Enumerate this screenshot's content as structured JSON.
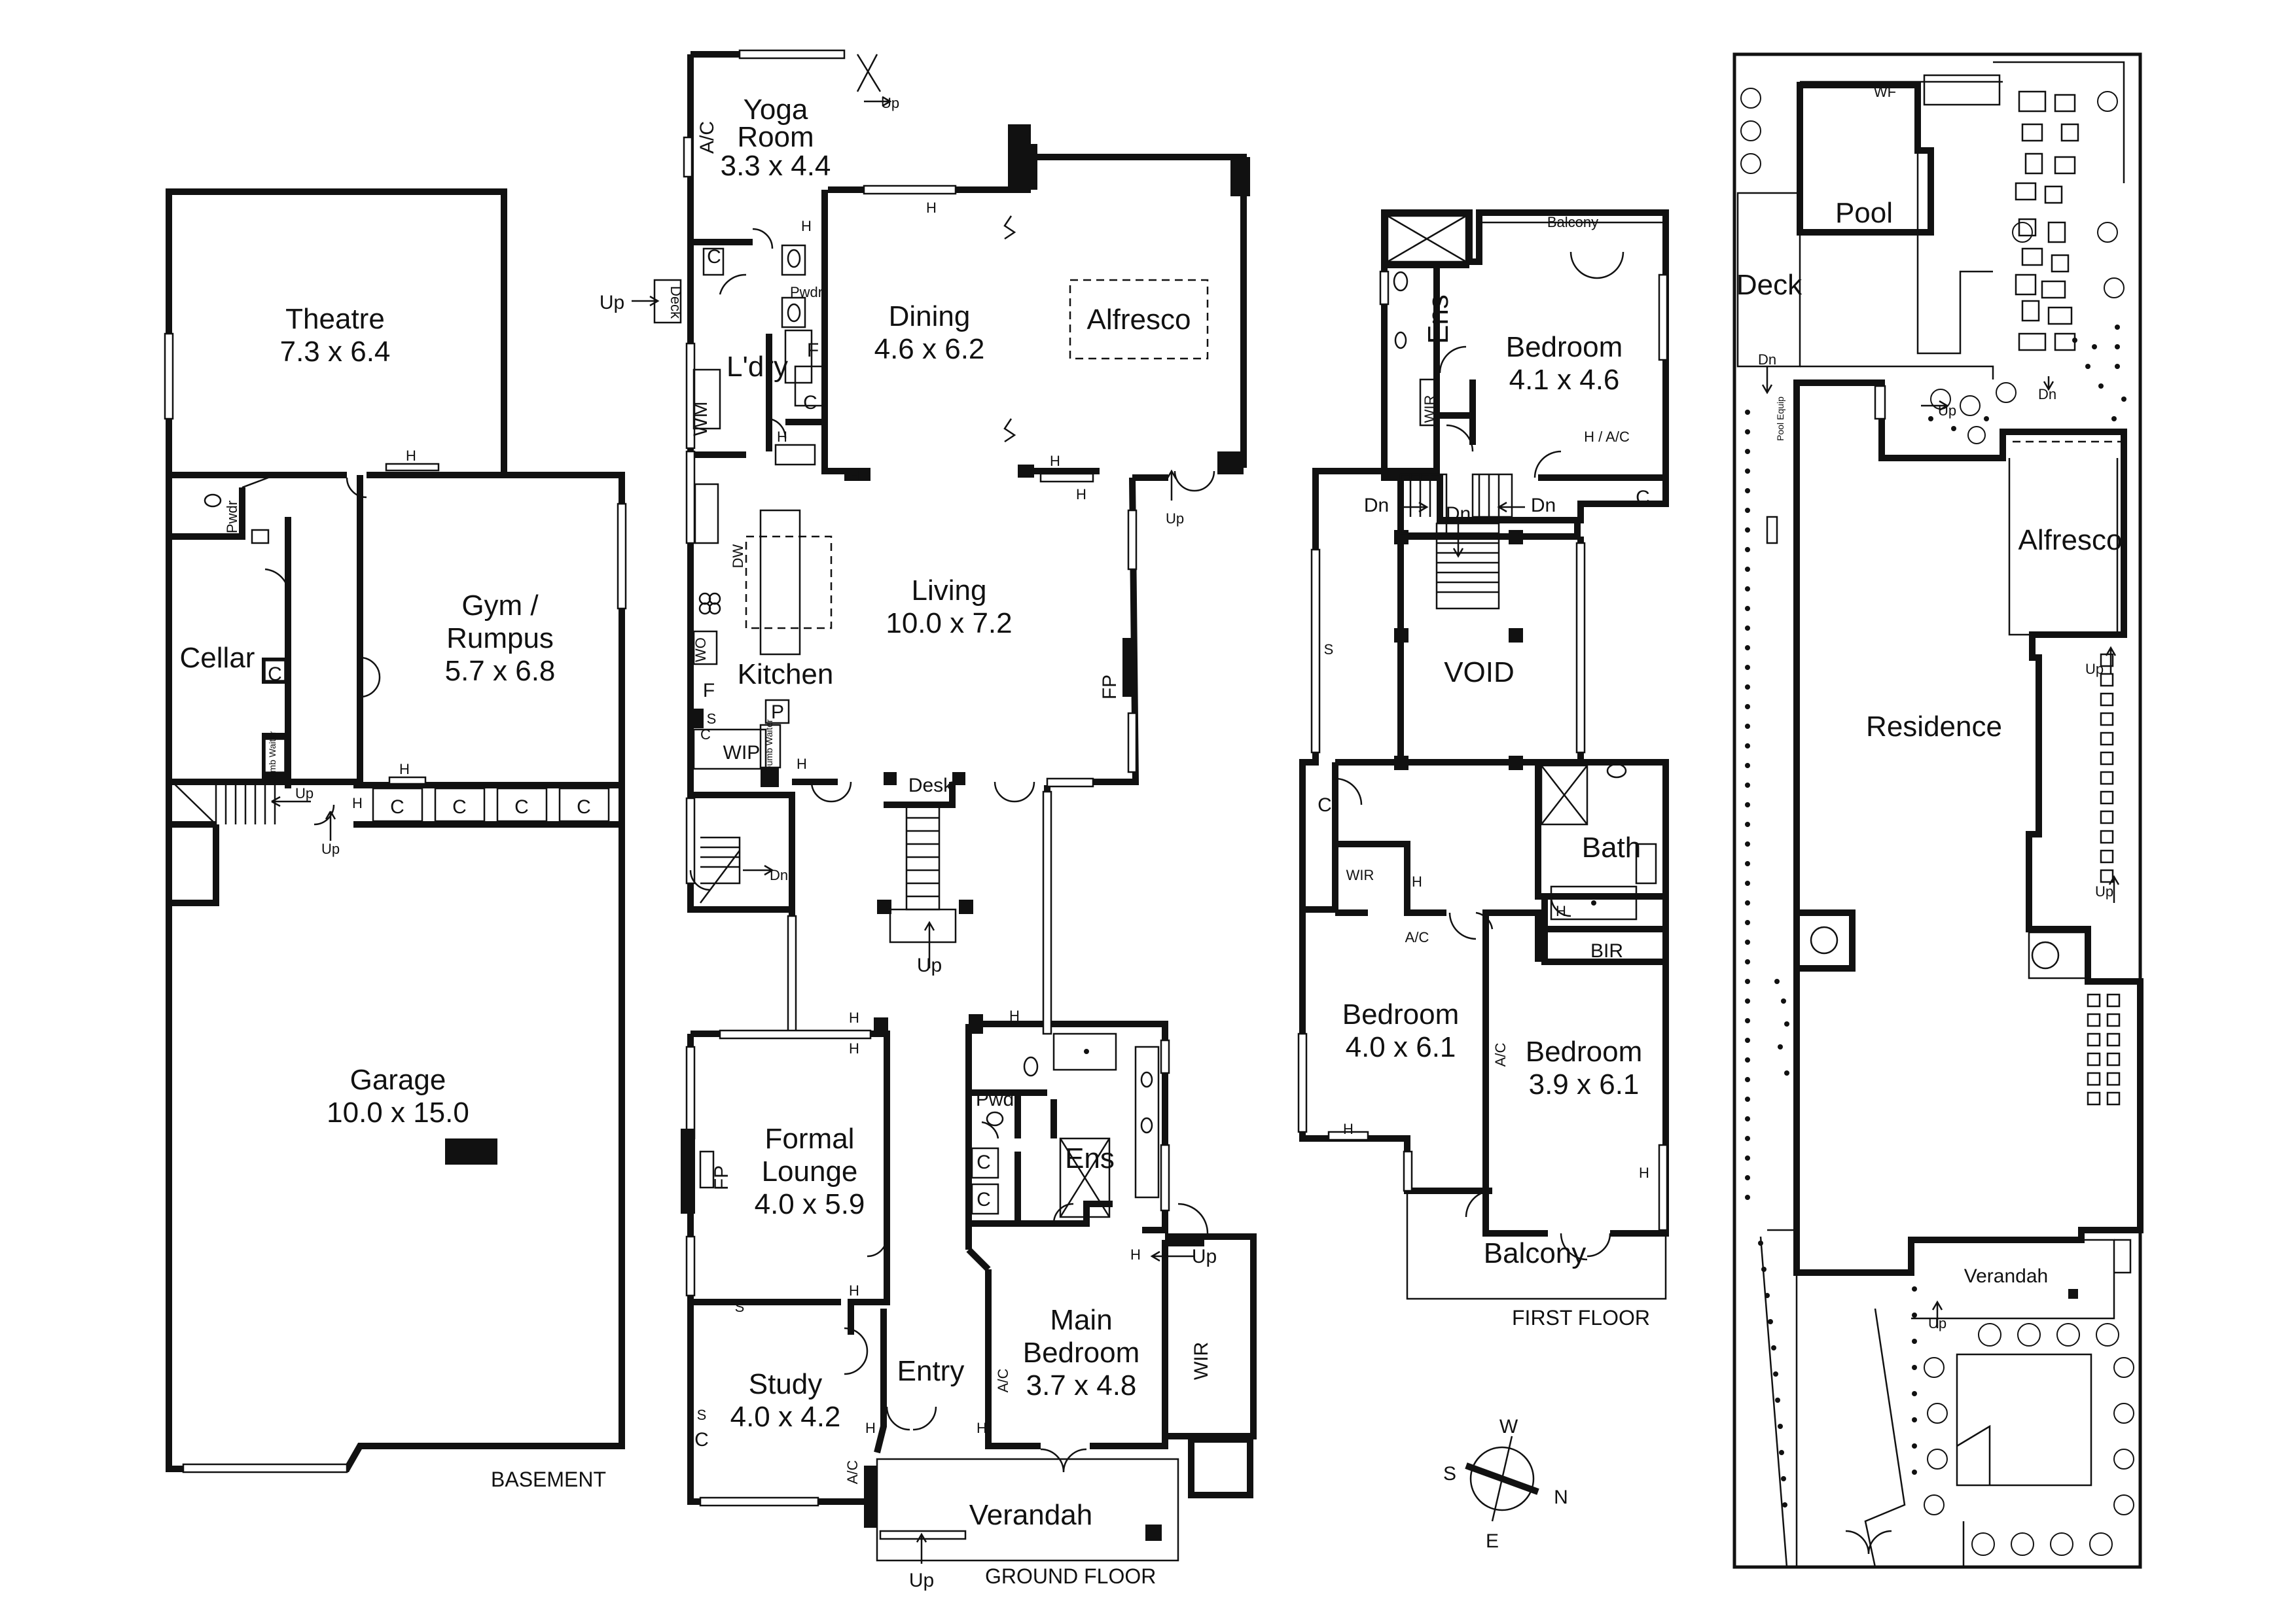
{
  "captions": {
    "basement": "BASEMENT",
    "ground_floor": "GROUND FLOOR",
    "first_floor": "FIRST FLOOR"
  },
  "compass": {
    "w": "W",
    "s": "S",
    "n": "N",
    "e": "E"
  },
  "basement": {
    "theatre": {
      "name": "Theatre",
      "dims": "7.3 x 6.4"
    },
    "gym": {
      "name1": "Gym /",
      "name2": "Rumpus",
      "dims": "5.7 x 6.8"
    },
    "cellar": "Cellar",
    "garage": {
      "name": "Garage",
      "dims": "10.0 x 15.0"
    },
    "pwdr": "Pwdr",
    "up": "Up",
    "h": "H",
    "c": "C",
    "dumb_waiter": "Dumb Waiter"
  },
  "ground": {
    "yoga": {
      "name1": "Yoga",
      "name2": "Room",
      "dims": "3.3 x 4.4"
    },
    "dining": {
      "name": "Dining",
      "dims": "4.6 x 6.2"
    },
    "alfresco": "Alfresco",
    "laundry": "L'dry",
    "living": {
      "name": "Living",
      "dims": "10.0 x 7.2"
    },
    "kitchen": "Kitchen",
    "wip": "WIP",
    "desk": "Desk",
    "formal": {
      "name1": "Formal",
      "name2": "Lounge",
      "dims": "4.0 x 5.9"
    },
    "study": {
      "name": "Study",
      "dims": "4.0 x 4.2"
    },
    "entry": "Entry",
    "main_bedroom": {
      "name1": "Main",
      "name2": "Bedroom",
      "dims": "3.7 x 4.8"
    },
    "ens": "Ens",
    "pwdr": "Pwdr",
    "wir": "WIR",
    "verandah": "Verandah",
    "deck": "Deck",
    "up": "Up",
    "dn": "Dn",
    "h": "H",
    "c": "C",
    "f": "F",
    "p": "P",
    "s": "S",
    "wm": "WM",
    "dw": "DW",
    "wo": "WO",
    "fp": "FP",
    "ac": "A/C",
    "dumb_waiter": "Dumb Waiter"
  },
  "first": {
    "bedroom1": {
      "name": "Bedroom",
      "dims": "4.1 x 4.6"
    },
    "bedroom2": {
      "name": "Bedroom",
      "dims": "4.0 x 6.1"
    },
    "bedroom3": {
      "name": "Bedroom",
      "dims": "3.9 x 6.1"
    },
    "balcony_top": "Balcony",
    "balcony": "Balcony",
    "ens": "Ens",
    "wir": "WIR",
    "void": "VOID",
    "bath": "Bath",
    "bir": "BIR",
    "dn": "Dn",
    "h": "H",
    "c": "C",
    "s": "S",
    "ac": "A/C",
    "hac": "H / A/C"
  },
  "site": {
    "pool": "Pool",
    "deck": "Deck",
    "wf": "WF",
    "residence": "Residence",
    "alfresco": "Alfresco",
    "verandah": "Verandah",
    "dn": "Dn",
    "up": "Up",
    "pool_equip": "Pool Equip"
  }
}
